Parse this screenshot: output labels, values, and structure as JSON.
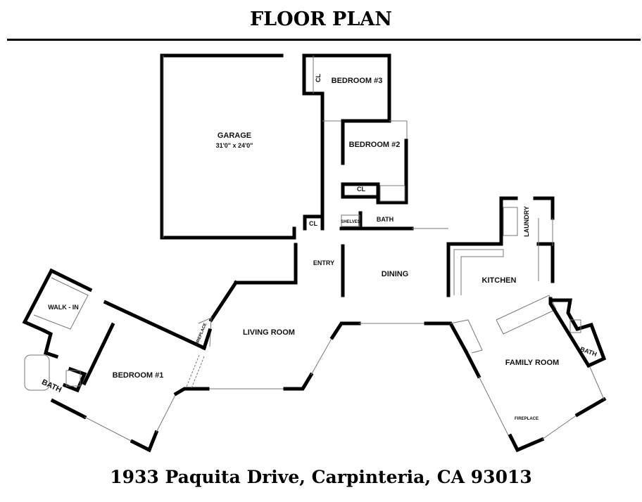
{
  "title": "FLOOR PLAN",
  "address": "1933 Paquita Drive, Carpinteria, CA 93013",
  "rooms": {
    "garage": "GARAGE",
    "garage_dims": "31'0\" x 24'0\"",
    "bedroom3": "BEDROOM #3",
    "bedroom2": "BEDROOM #2",
    "bedroom1": "BEDROOM #1",
    "closet_b3": "CL",
    "closet_b2": "CL",
    "closet_entry": "CL",
    "shelves": "SHELVES",
    "bath_hall": "BATH",
    "entry": "ENTRY",
    "dining": "DINING",
    "kitchen": "KITCHEN",
    "laundry": "LAUNDRY",
    "living": "LIVING ROOM",
    "family": "FAMILY ROOM",
    "fireplace_living": "FIREPLACE",
    "fireplace_family": "FIREPLACE",
    "walk_in": "WALK - IN",
    "bath_master": "BATH",
    "bath_family": "BATH"
  }
}
